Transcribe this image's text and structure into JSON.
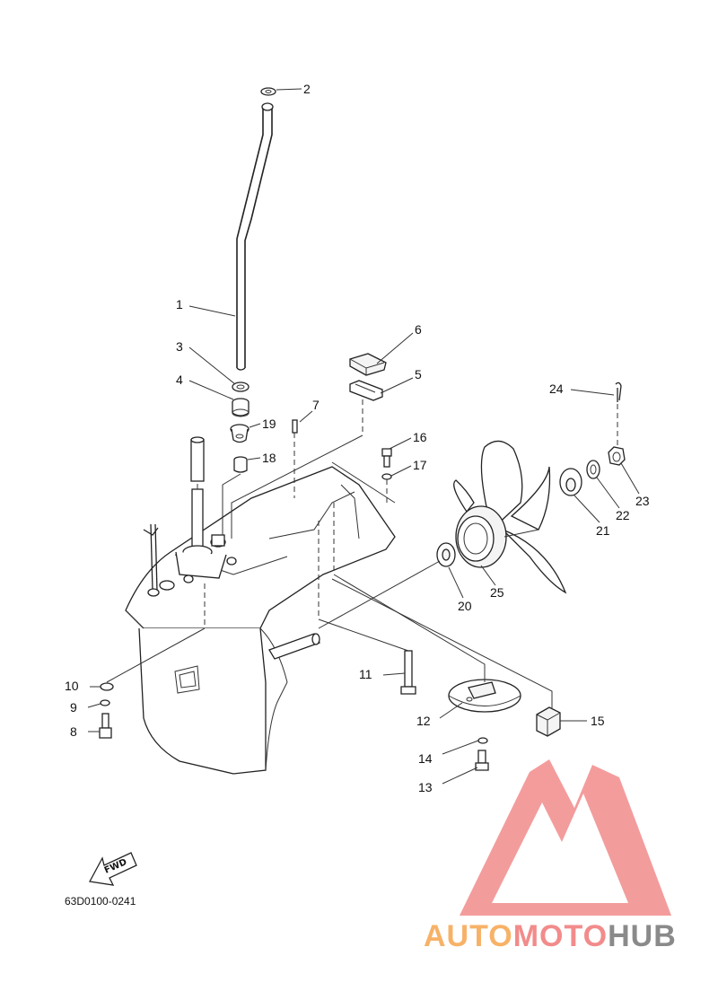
{
  "diagram": {
    "drawing_code": "63D0100-0241",
    "fwd_label": "FWD",
    "callouts": [
      {
        "id": "1",
        "label": "1"
      },
      {
        "id": "2",
        "label": "2"
      },
      {
        "id": "3",
        "label": "3"
      },
      {
        "id": "4",
        "label": "4"
      },
      {
        "id": "5",
        "label": "5"
      },
      {
        "id": "6",
        "label": "6"
      },
      {
        "id": "7",
        "label": "7"
      },
      {
        "id": "8",
        "label": "8"
      },
      {
        "id": "9",
        "label": "9"
      },
      {
        "id": "10",
        "label": "10"
      },
      {
        "id": "11",
        "label": "11"
      },
      {
        "id": "12",
        "label": "12"
      },
      {
        "id": "13",
        "label": "13"
      },
      {
        "id": "14",
        "label": "14"
      },
      {
        "id": "15",
        "label": "15"
      },
      {
        "id": "16",
        "label": "16"
      },
      {
        "id": "17",
        "label": "17"
      },
      {
        "id": "18",
        "label": "18"
      },
      {
        "id": "19",
        "label": "19"
      },
      {
        "id": "20",
        "label": "20"
      },
      {
        "id": "21",
        "label": "21"
      },
      {
        "id": "22",
        "label": "22"
      },
      {
        "id": "23",
        "label": "23"
      },
      {
        "id": "24",
        "label": "24"
      },
      {
        "id": "25",
        "label": "25"
      }
    ]
  },
  "watermark": {
    "text_part1": "AUTO",
    "text_part2": "MOTO",
    "text_part3": "HUB",
    "color_orange": "#f7b267",
    "color_red": "#f28b8b",
    "color_gray": "#8a8a8a"
  }
}
